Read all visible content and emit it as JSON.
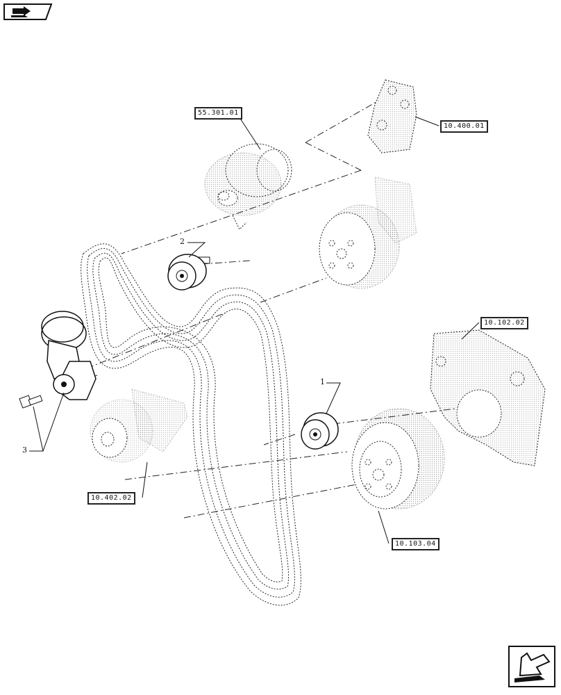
{
  "references": [
    {
      "id": "ref-55-301-01",
      "label": "55.301.01"
    },
    {
      "id": "ref-10-400-01",
      "label": "10.400.01"
    },
    {
      "id": "ref-10-102-02",
      "label": "10.102.02"
    },
    {
      "id": "ref-10-402-02",
      "label": "10.402.02"
    },
    {
      "id": "ref-10-103-04",
      "label": "10.103.04"
    }
  ],
  "items": [
    {
      "id": "item-1",
      "label": "1"
    },
    {
      "id": "item-2",
      "label": "2"
    },
    {
      "id": "item-3",
      "label": "3"
    }
  ],
  "icons": {
    "top_left": "book-arrow-icon",
    "bottom_right": "next-page-arrow-icon"
  }
}
